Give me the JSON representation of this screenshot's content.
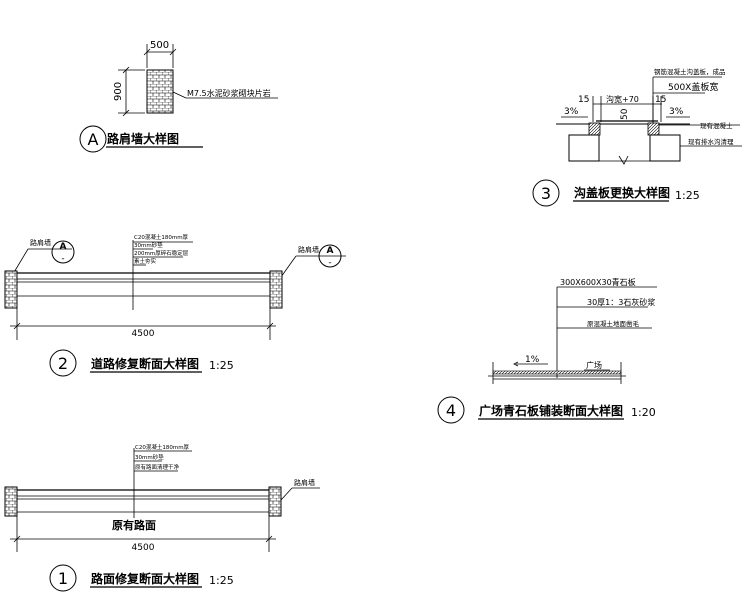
{
  "detailA": {
    "dim_width": "500",
    "dim_height": "900",
    "material": "M7.5水泥砂浆砌块片岩",
    "mark": "A",
    "title": "路肩墙大样图"
  },
  "detail3": {
    "layer1": "钢筋混凝土沟盖板，成品",
    "layer2": "500X盖板宽",
    "dim_left": "15",
    "dim_mid": "沟宽+70",
    "dim_right": "15",
    "slope_left": "3%",
    "slope_right": "3%",
    "dim_vertical": "50",
    "note1": "现有混凝土",
    "note2": "现有排水沟清理",
    "mark": "3",
    "title": "沟盖板更换大样图",
    "scale": "1:25"
  },
  "detail2": {
    "label_left": "路肩墙",
    "label_right": "路肩墙",
    "mark_left": "A",
    "mark_left_sub": "-",
    "mark_right": "A",
    "mark_right_sub": "-",
    "layer1": "C20混凝土180mm厚",
    "layer2": "30mm砂垫",
    "layer3": "200mm厚碎石稳定层",
    "layer4": "素土夯实",
    "dim": "4500",
    "mark": "2",
    "title": "道路修复断面大样图",
    "scale": "1:25"
  },
  "detail4": {
    "layer1": "300X600X30青石板",
    "layer2": "30厚1：3石灰砂浆",
    "layer3": "原混凝土地面凿毛",
    "slope": "1%",
    "label": "广场",
    "mark": "4",
    "title": "广场青石板铺装断面大样图",
    "scale": "1:20"
  },
  "detail1": {
    "layer1": "C20混凝土180mm厚",
    "layer2": "30mm砂垫",
    "layer3": "原有路面清理干净",
    "label_right": "路肩墙",
    "road_label": "原有路面",
    "dim": "4500",
    "mark": "1",
    "title": "路面修复断面大样图",
    "scale": "1:25"
  }
}
